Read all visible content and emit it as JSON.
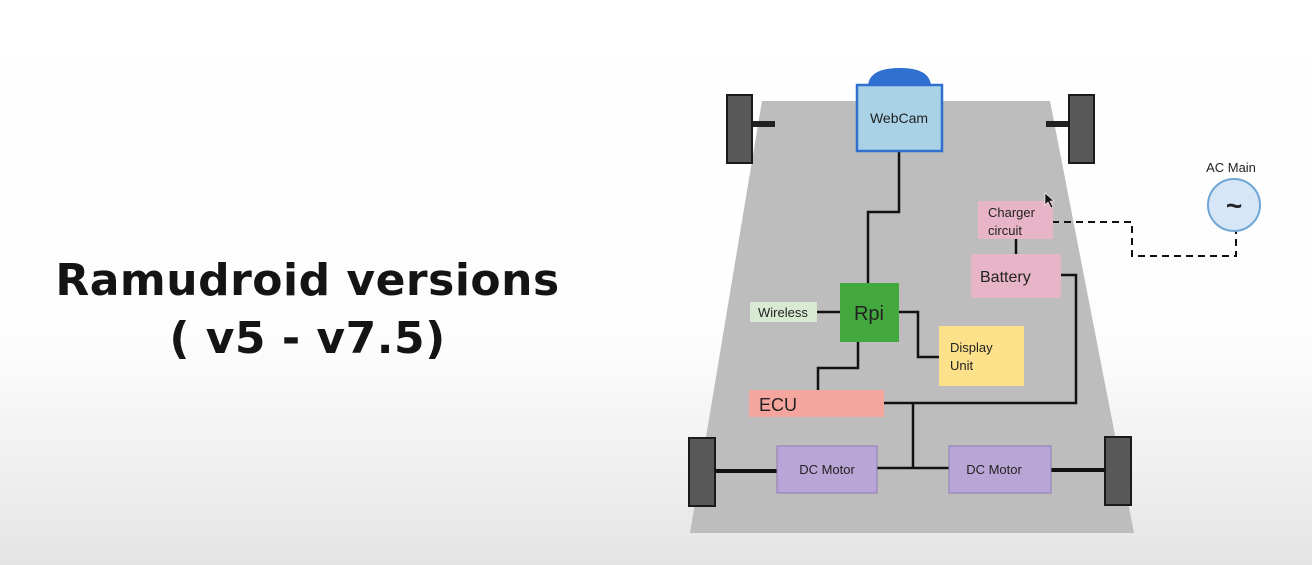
{
  "slide": {
    "title_line1": "Ramudroid versions",
    "title_line2": "( v5 - v7.5)"
  },
  "diagram": {
    "nodes": {
      "webcam": "WebCam",
      "ac_main_label": "AC Main",
      "ac_main_symbol": "~",
      "charger_line1": "Charger",
      "charger_line2": "circuit",
      "battery": "Battery",
      "wireless": "Wireless",
      "rpi": "Rpi",
      "display_line1": "Display",
      "display_line2": "Unit",
      "ecu": "ECU",
      "dc_motor_left": "DC Motor",
      "dc_motor_right": "DC Motor"
    },
    "colors": {
      "chassis": "#bdbdbd",
      "webcam": "#a9d2e6",
      "webcam_dome": "#2f6fcf",
      "charger": "#e8b4c8",
      "battery": "#e8b4c8",
      "wireless": "#d9ead3",
      "rpi": "#43a83e",
      "display": "#fde08a",
      "ecu": "#f4a59d",
      "dc_motor": "#b9a6d6",
      "ac_main": "#d6e6f6",
      "wheel": "#585858"
    }
  }
}
